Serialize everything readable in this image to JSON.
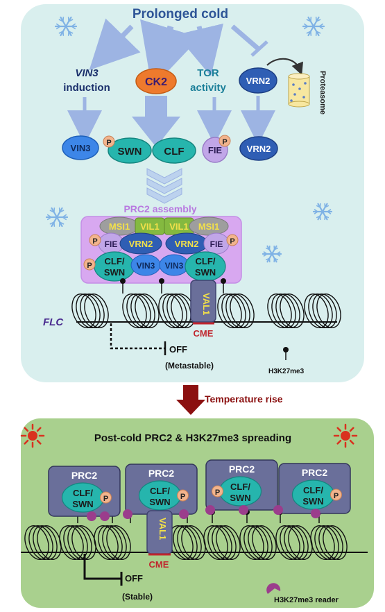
{
  "top_panel": {
    "title": "Prolonged cold",
    "pathways": {
      "vin3_induction": {
        "line1": "VIN3",
        "line2": "induction"
      },
      "ck2": "CK2",
      "tor_activity": {
        "line1": "TOR",
        "line2": "activity"
      },
      "vrn2_top": "VRN2",
      "proteasome": "Proteasome"
    },
    "proteins_row": {
      "vin3": "VIN3",
      "swn": "SWN",
      "clf": "CLF",
      "fie": "FIE",
      "vrn2": "VRN2",
      "phospho": "P"
    },
    "prc2_assembly_label": "PRC2 assembly",
    "complex": {
      "msi1": "MSI1",
      "vil1": "VIL1",
      "fie": "FIE",
      "vrn2": "VRN2",
      "clf_swn_line1": "CLF/",
      "clf_swn_line2": "SWN",
      "vin3": "VIN3",
      "phospho": "P"
    },
    "val1": "VAL1",
    "cme": "CME",
    "gene": "FLC",
    "off_label": "OFF",
    "off_state": "(Metastable)",
    "h3k27me3_legend": "H3K27me3"
  },
  "transition": {
    "label": "Temperature rise"
  },
  "bottom_panel": {
    "title": "Post-cold PRC2 & H3K27me3 spreading",
    "prc2_label": "PRC2",
    "clf_swn_line1": "CLF/",
    "clf_swn_line2": "SWN",
    "phospho": "P",
    "val1": "VAL1",
    "cme": "CME",
    "off_label": "OFF",
    "off_state": "(Stable)",
    "reader_legend": "H3K27me3 reader"
  },
  "colors": {
    "top_bg": "#d9efee",
    "bottom_bg": "#a9d08e",
    "arrow": "#9db4e3",
    "title_blue": "#2e5597",
    "teal": "#26b5ad",
    "vin3_blue": "#3d86e8",
    "vrn2_blue": "#2f5eb4",
    "fie_purple": "#c1a6e8",
    "msi_gray": "#9e9e9e",
    "vil_green": "#84b940",
    "phospho": "#f2b48d",
    "ck2_orange": "#ee7a2d",
    "prc2_slate": "#6a6f9a",
    "val1_fill": "#6a6f9a",
    "cme_red": "#c0262e",
    "dark_red": "#8b1010",
    "sun_red": "#d9321f",
    "assembly_purple": "#b878e0",
    "reader_purple": "#9b3d8c"
  }
}
